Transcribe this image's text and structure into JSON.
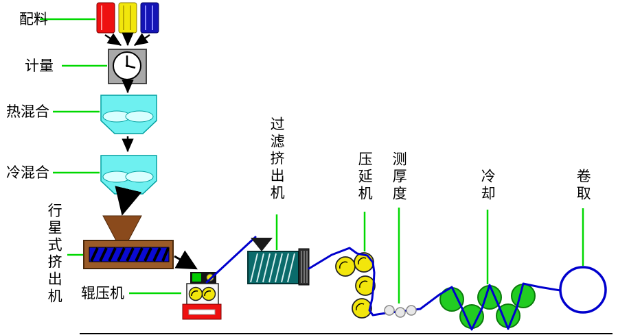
{
  "labels": {
    "batching": "配料",
    "metering": "计量",
    "hot_mixing": "热混合",
    "cold_mixing": "冷混合",
    "planetary_extruder": "行星式挤出机",
    "roller_press": "辊压机",
    "filter_extruder": "过滤挤出机",
    "calender": "压延机",
    "thickness_gauge": "测厚度",
    "cooling": "冷却",
    "winding": "卷取"
  },
  "colors": {
    "pointer_green": "#00d800",
    "film_blue": "#0000cd",
    "hopper_cyan": "#6ef0f0",
    "hopper_blade": "#d9ffff",
    "bin_red": "#ee1111",
    "bin_yellow": "#f2e60c",
    "bin_blue": "#1414b4",
    "metering_gray": "#a8a8a8",
    "extruder_brown": "#9a5b28",
    "screw_blue": "#0a0ad2",
    "funnel_brown": "#8a4a1c",
    "filter_teal": "#0b6b6b",
    "roll_yellow": "#f2e60c",
    "roll_green": "#22cc22",
    "base_red": "#ee1111",
    "indicator_green": "#00cc00"
  }
}
